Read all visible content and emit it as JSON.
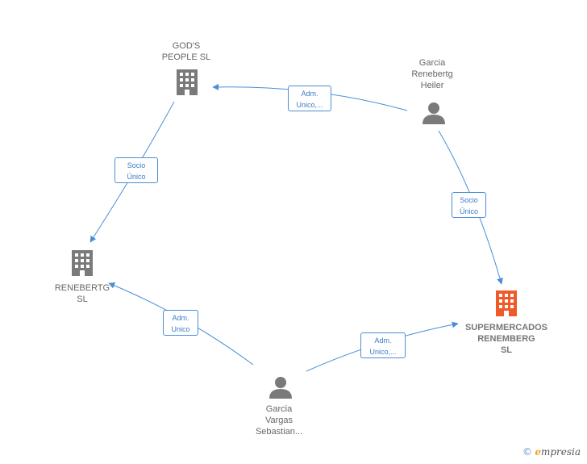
{
  "nodes": {
    "gods_people": {
      "name_lines": [
        "GOD'S",
        "PEOPLE  SL"
      ],
      "icon": "building-icon",
      "color": "#7a7a7a"
    },
    "garcia_renebertg": {
      "name_lines": [
        "Garcia",
        "Renebertg",
        "Heiler"
      ],
      "icon": "person-icon",
      "color": "#7a7a7a"
    },
    "renebertg": {
      "name_lines": [
        "RENEBERTG",
        "SL"
      ],
      "icon": "building-icon",
      "color": "#7a7a7a"
    },
    "supermercados": {
      "name_lines": [
        "SUPERMERCADOS",
        "RENEMBERG",
        "SL"
      ],
      "icon": "building-icon",
      "color": "#f05a28"
    },
    "garcia_vargas": {
      "name_lines": [
        "Garcia",
        "Vargas",
        "Sebastian..."
      ],
      "icon": "person-icon",
      "color": "#7a7a7a"
    }
  },
  "edges": {
    "heiler_to_gods": {
      "label_lines": [
        "Adm.",
        "Unico,..."
      ]
    },
    "gods_to_renebertg": {
      "label_lines": [
        "Socio",
        "Único"
      ]
    },
    "heiler_to_super": {
      "label_lines": [
        "Socio",
        "Único"
      ]
    },
    "vargas_to_renebertg": {
      "label_lines": [
        "Adm.",
        "Unico"
      ]
    },
    "vargas_to_super": {
      "label_lines": [
        "Adm.",
        "Unico,..."
      ]
    }
  },
  "colors": {
    "edge": "#4a8fd6",
    "node_gray": "#7a7a7a",
    "node_main": "#f05a28"
  },
  "footer": {
    "copyright": "©",
    "brand_initial": "e",
    "brand_rest": "mpresia"
  }
}
